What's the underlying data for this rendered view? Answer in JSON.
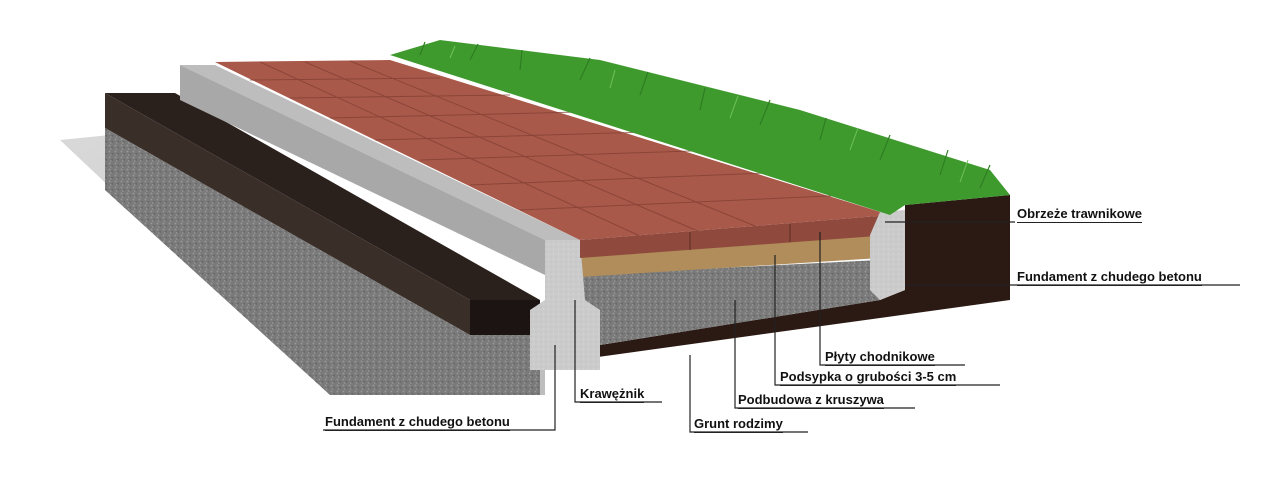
{
  "labels": {
    "lawn_edging": "Obrzeże trawnikowe",
    "foundation_right": "Fundament z chudego betonu",
    "paving_slabs": "Płyty chodnikowe",
    "bedding_layer": "Podsypka o grubości 3-5 cm",
    "aggregate_base": "Podbudowa z kruszywa",
    "native_soil": "Grunt rodzimy",
    "curb": "Krawężnik",
    "foundation_left": "Fundament z chudego betonu"
  },
  "colors": {
    "pavers": "#a9594a",
    "grass": "#3f9a2e",
    "soil": "#2b1a14",
    "concrete": "#c9c9c9",
    "aggregate": "#7d7d7d",
    "bedding": "#b08d5a"
  }
}
